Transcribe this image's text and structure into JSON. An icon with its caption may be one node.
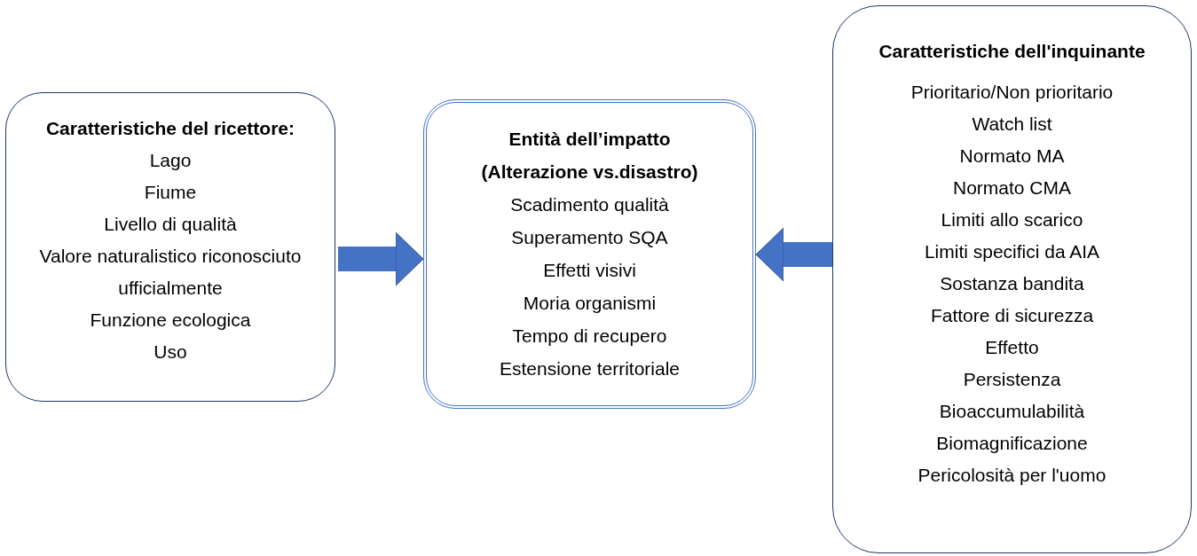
{
  "diagram": {
    "nodes": [
      {
        "text": [
          "Caratteristiche del ricettore:",
          "Lago",
          "Fiume",
          "Livello di qualità",
          "Valore naturalistico riconosciuto ufficialmente",
          "Funzione ecologica",
          "Uso"
        ]
      },
      {
        "text": [
          "Entità dell’impatto (Alterazione vs.disastro)",
          "Scadimento qualità",
          "Superamento SQA",
          "Effetti visivi",
          "Moria organismi",
          "Tempo di recupero",
          "Estensione territoriale"
        ]
      },
      {
        "text": [
          "Caratteristiche dell'inquinante",
          "Prioritario/Non prioritario",
          "Watch list",
          "Normato MA",
          "Normato CMA",
          "Limiti allo scarico",
          "Limiti specifici da AIA",
          "Sostanza bandita",
          "Fattore di sicurezza",
          "Effetto",
          "Persistenza",
          "Bioaccumulabilità",
          "Biomagnificazione",
          "Pericolosità per l'uomo"
        ]
      }
    ],
    "edges": [
      {
        "from": 0,
        "to": 1,
        "arrow": "to"
      },
      {
        "from": 2,
        "to": 1,
        "arrow": "to"
      }
    ]
  }
}
